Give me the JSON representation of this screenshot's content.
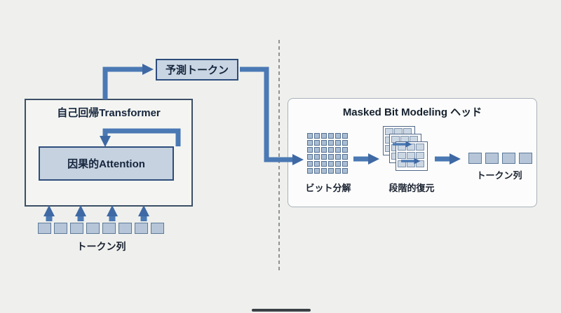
{
  "colors": {
    "background": "#eff0ed",
    "arrow": "#4a79b4",
    "arrowhead": "#3e69a4",
    "box_fill": "#c9d5e3",
    "box_border": "#2e4d7b",
    "transformer_fill": "#f4f5f2",
    "transformer_border": "#3c4f66",
    "panel_fill": "#fbfcfb",
    "panel_border": "#a9b1ba",
    "square_fill": "#b6c5d8",
    "square_border": "#5e7a99",
    "divider": "#707478"
  },
  "predicted_token": {
    "label": "予測トークン"
  },
  "transformer": {
    "title": "自己回帰Transformer",
    "attention_label": "因果的Attention"
  },
  "input_tokens": {
    "label": "トークン列",
    "count": 8
  },
  "head_panel": {
    "title": "Masked Bit Modeling ヘッド",
    "bit_decomposition": {
      "label": "ビット分解",
      "grid_rows": 6,
      "grid_cols": 6,
      "cell_count": 36
    },
    "progressive_restore": {
      "label": "段階的復元",
      "layer_count": 3,
      "cells_per_layer": 9
    },
    "output_tokens": {
      "label": "トークン列",
      "count": 4
    }
  }
}
